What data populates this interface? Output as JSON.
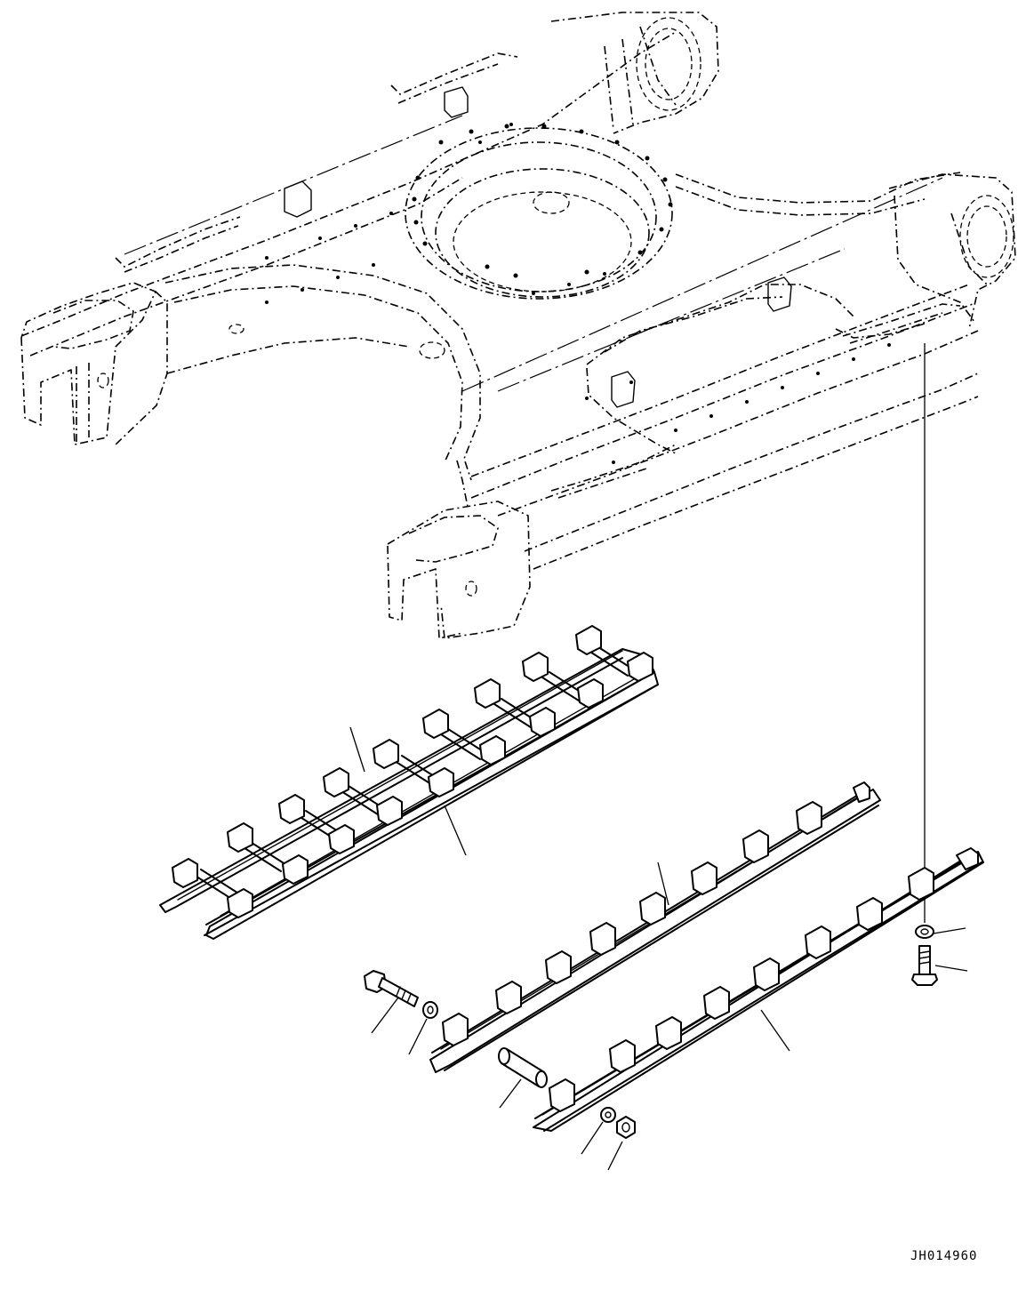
{
  "figure": {
    "drawing_code": "JH014960"
  },
  "parts": [
    {
      "name": "track-frame",
      "label": ""
    },
    {
      "name": "track-guard-center",
      "label": ""
    },
    {
      "name": "track-guard-rear",
      "label": ""
    },
    {
      "name": "track-guard-front",
      "label": ""
    },
    {
      "name": "bolt",
      "label": ""
    },
    {
      "name": "washer",
      "label": ""
    },
    {
      "name": "spacer",
      "label": ""
    },
    {
      "name": "nut",
      "label": ""
    }
  ]
}
